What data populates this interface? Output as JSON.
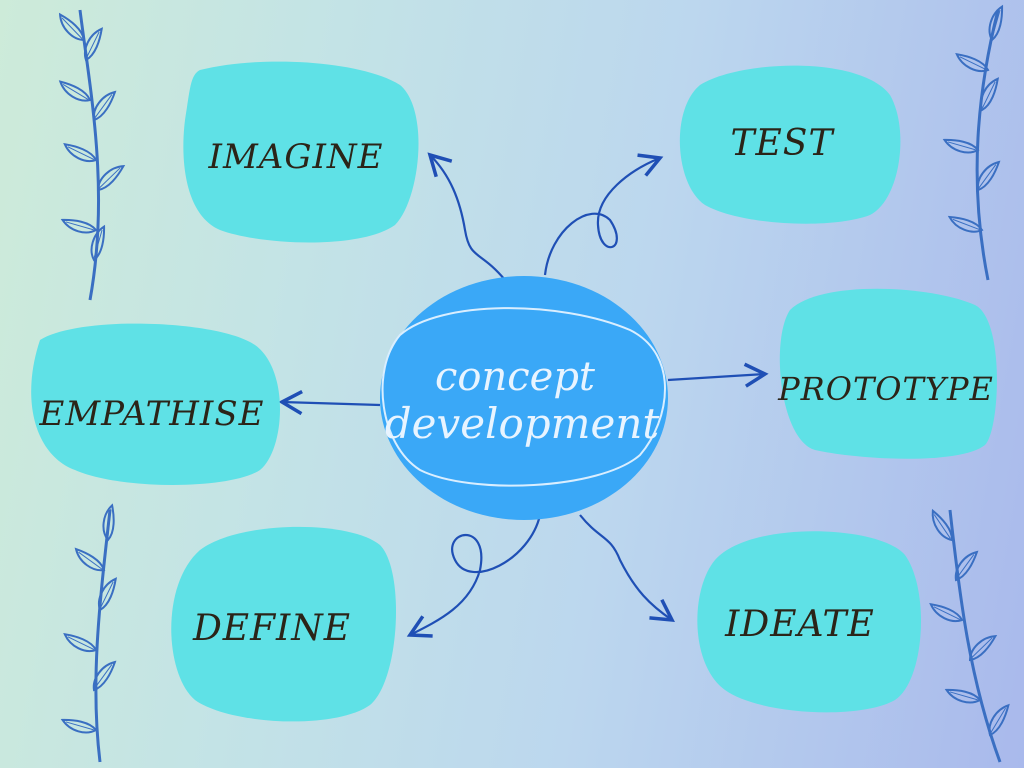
{
  "center": {
    "line1": "concept",
    "line2": "development"
  },
  "nodes": {
    "imagine": "IMAGINE",
    "test": "TEST",
    "empathise": "EMPATHISE",
    "prototype": "PROTOTYPE",
    "define": "DEFINE",
    "ideate": "IDEATE"
  },
  "colors": {
    "node_fill": "#5fe1e6",
    "center_fill": "#3aa8f7",
    "arrow": "#1f4fb5",
    "leaf": "#3a6fc2",
    "label_text": "#2b2418"
  },
  "decorations": [
    "leaf-branch-icon",
    "leaf-branch-icon",
    "leaf-branch-icon",
    "leaf-branch-icon"
  ]
}
